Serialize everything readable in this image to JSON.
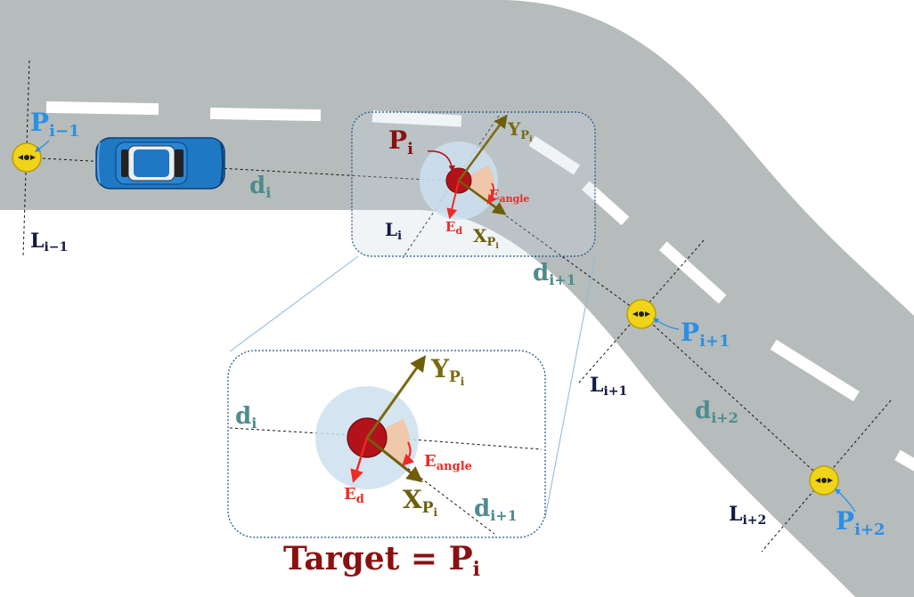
{
  "colors": {
    "road": "#b6bcbb",
    "lane_marking": "#ffffff",
    "car_body": "#1f78c4",
    "waypoint_fill": "#f0d419",
    "target_dot": "#b3121b",
    "target_zone": "#cde0ef",
    "angle_wedge": "#f3c4a3",
    "y_axis": "#7a6a10",
    "x_axis": "#6e5e0a",
    "error_red": "#ee2a24",
    "distance_label": "#4e8c8c",
    "line_label": "#141a44",
    "p_label_blue": "#2b8fe6",
    "p_label_dark": "#8b1010"
  },
  "icons": {
    "car": "car-top-view-icon",
    "waypoint": "waypoint-marker-icon"
  },
  "labels": {
    "p_prev": {
      "main": "P",
      "sub": "i−1"
    },
    "p_curr": {
      "main": "P",
      "sub": "i"
    },
    "p_next": {
      "main": "P",
      "sub": "i+1"
    },
    "p_next2": {
      "main": "P",
      "sub": "i+2"
    },
    "l_prev": {
      "main": "L",
      "sub": "i−1"
    },
    "l_curr": {
      "main": "L",
      "sub": "i"
    },
    "l_next": {
      "main": "L",
      "sub": "i+1"
    },
    "l_next2": {
      "main": "L",
      "sub": "i+2"
    },
    "d_i": {
      "main": "d",
      "sub": "i"
    },
    "d_next": {
      "main": "d",
      "sub": "i+1"
    },
    "d_next2": {
      "main": "d",
      "sub": "i+2"
    },
    "y_axis": {
      "main": "Y",
      "sub": "P",
      "subsub": "i"
    },
    "x_axis": {
      "main": "X",
      "sub": "P",
      "subsub": "i"
    },
    "e_angle": {
      "main": "E",
      "sub": "angle"
    },
    "e_d": {
      "main": "E",
      "sub": "d"
    },
    "target_caption": {
      "main": "Target = P",
      "sub": "i"
    }
  }
}
